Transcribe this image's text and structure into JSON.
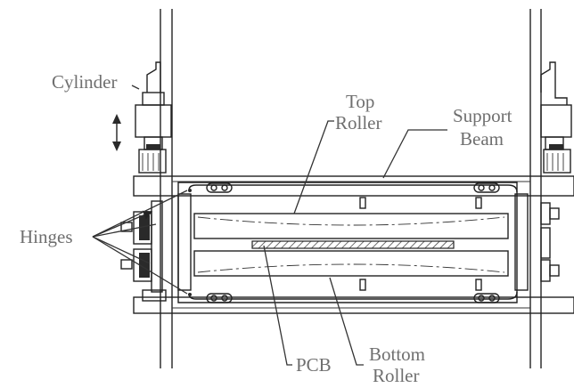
{
  "labels": {
    "cylinder": "Cylinder",
    "top_roller_1": "Top",
    "top_roller_2": "Roller",
    "support_beam_1": "Support",
    "support_beam_2": "Beam",
    "hinges": "Hinges",
    "pcb": "PCB",
    "bottom_roller_1": "Bottom",
    "bottom_roller_2": "Roller"
  }
}
